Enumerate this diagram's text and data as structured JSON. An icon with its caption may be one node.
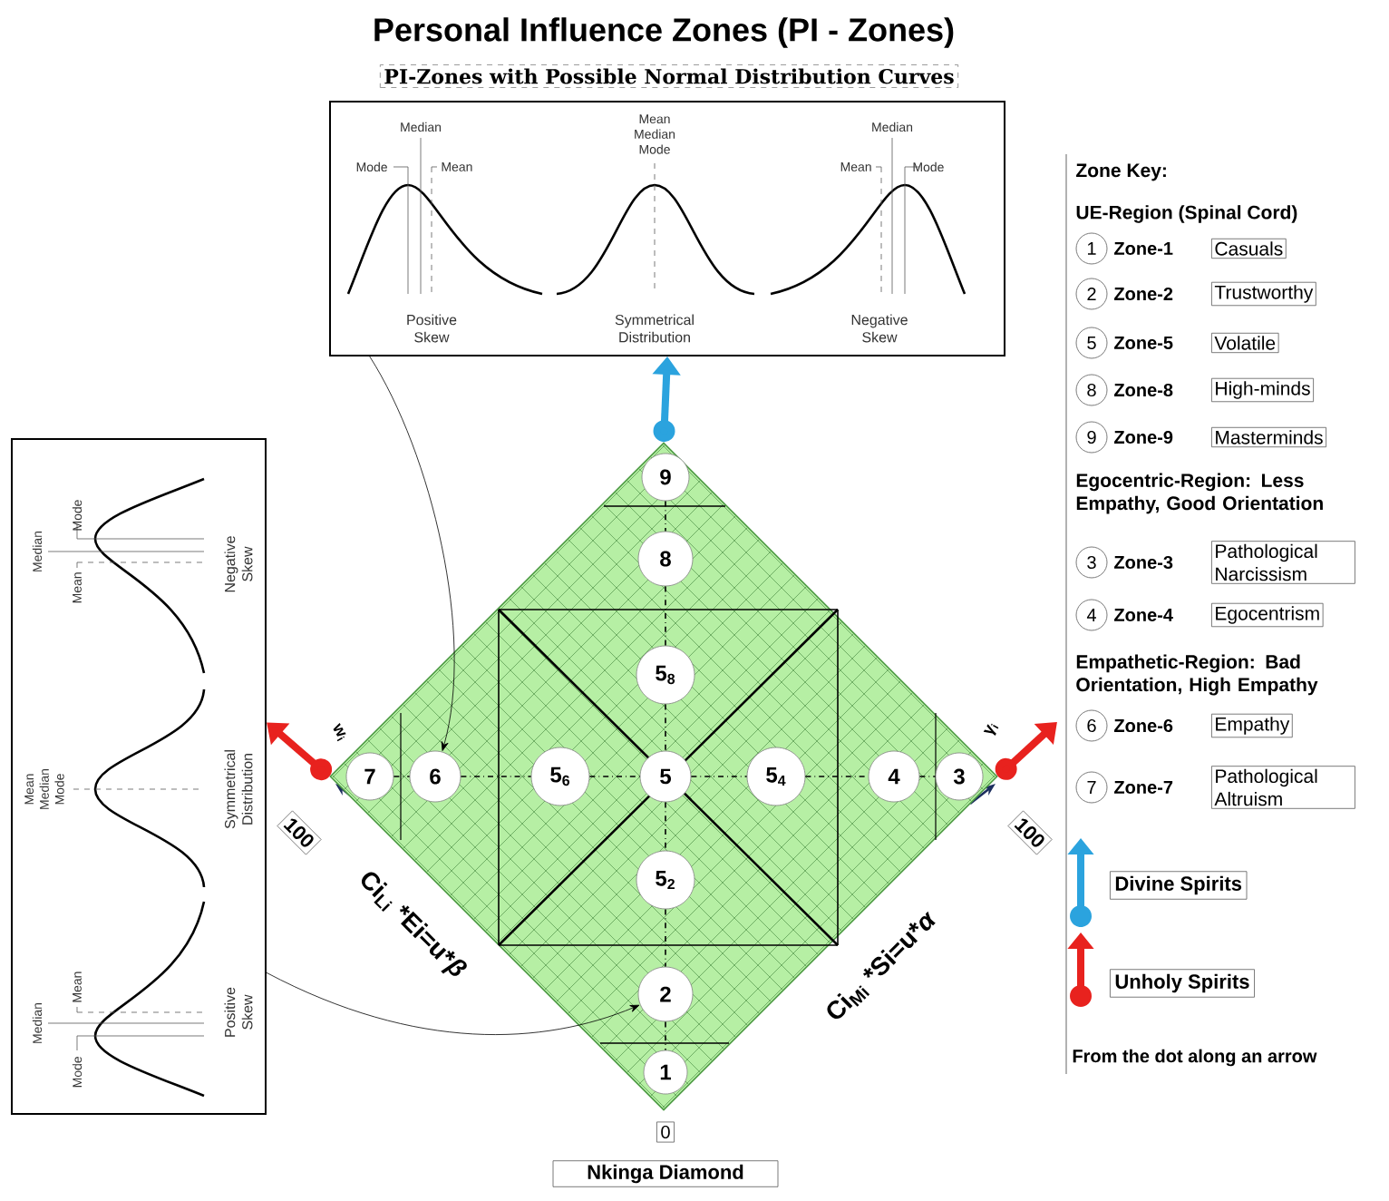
{
  "diagram": {
    "title": "Personal Influence Zones (PI - Zones)",
    "nodes": [
      {
        "text": [
          "Median",
          "Mode",
          "Mean",
          "Mean Median Mode",
          "Median",
          "Mean",
          "Mode",
          "Positive Skew",
          "Symmetrical Distribution",
          "Negative Skew"
        ]
      },
      {
        "text": [
          "Median",
          "Mode",
          "Mean",
          "Mean Median Mode",
          "Median",
          "Mean",
          "Mode",
          "Positive Skew",
          "Symmetrical Distribution",
          "Negative Skew"
        ]
      },
      {
        "text": [
          "PI-Zones with Possible Normal Distribution Curves"
        ]
      },
      {
        "text": [],
        "shape": "diamond"
      },
      {
        "text": [
          "9"
        ],
        "in": 3
      },
      {
        "text": [
          "8"
        ],
        "in": 3
      },
      {
        "text": [
          "5$_{8}$"
        ],
        "in": 3
      },
      {
        "text": [
          "7"
        ],
        "in": 3
      },
      {
        "text": [
          "6"
        ],
        "in": 3
      },
      {
        "text": [
          "5$_{6}$"
        ],
        "in": 3
      },
      {
        "text": [
          "5"
        ],
        "in": 3
      },
      {
        "text": [
          "5$_{4}$"
        ],
        "in": 3
      },
      {
        "text": [
          "4"
        ],
        "in": 3
      },
      {
        "text": [
          "3"
        ],
        "in": 3
      },
      {
        "text": [
          "5$_{2}$"
        ],
        "in": 3
      },
      {
        "text": [
          "2"
        ],
        "in": 3
      },
      {
        "text": [
          "1"
        ],
        "in": 3
      },
      {
        "text": [
          "100"
        ]
      },
      {
        "text": [
          "100"
        ]
      },
      {
        "text": [
          "0"
        ]
      },
      {
        "text": [
          "Nkinga Diamond"
        ]
      },
      {
        "text": [
          "1"
        ],
        "beside": [
          "Zone-1"
        ]
      },
      {
        "text": [
          "Casuals"
        ]
      },
      {
        "text": [
          "2"
        ],
        "beside": [
          "Zone-2"
        ]
      },
      {
        "text": [
          "Trustworthy"
        ]
      },
      {
        "text": [
          "5"
        ],
        "beside": [
          "Zone-5"
        ]
      },
      {
        "text": [
          "Volatile"
        ]
      },
      {
        "text": [
          "8"
        ],
        "beside": [
          "Zone-8"
        ]
      },
      {
        "text": [
          "High-minds"
        ]
      },
      {
        "text": [
          "9"
        ],
        "beside": [
          "Zone-9"
        ]
      },
      {
        "text": [
          "Masterminds"
        ]
      },
      {
        "text": [
          "3"
        ],
        "beside": [
          "Zone-3"
        ]
      },
      {
        "text": [
          "Pathological Narcissism"
        ]
      },
      {
        "text": [
          "4"
        ],
        "beside": [
          "Zone-4"
        ]
      },
      {
        "text": [
          "Egocentrism"
        ]
      },
      {
        "text": [
          "6"
        ],
        "beside": [
          "Zone-6"
        ]
      },
      {
        "text": [
          "Empathy"
        ]
      },
      {
        "text": [
          "7"
        ],
        "beside": [
          "Zone-7"
        ]
      },
      {
        "text": [
          "Pathological Altruism"
        ]
      },
      {
        "text": [
          "Divine Spirits"
        ]
      },
      {
        "text": [
          "Unholy Spirits"
        ]
      }
    ],
    "edges": [
      {
        "from": 0,
        "to": 8,
        "arrow": "to"
      },
      {
        "from": 1,
        "to": 15,
        "arrow": "to"
      },
      {
        "from": 4,
        "to": 5,
        "arrow": "none",
        "style": "dashed"
      },
      {
        "from": 5,
        "to": 6,
        "arrow": "none",
        "style": "dashed"
      },
      {
        "from": 6,
        "to": 10,
        "arrow": "none",
        "style": "dashed"
      },
      {
        "from": 10,
        "to": 14,
        "arrow": "none",
        "style": "dashed"
      },
      {
        "from": 14,
        "to": 15,
        "arrow": "none",
        "style": "dashed"
      },
      {
        "from": 15,
        "to": 16,
        "arrow": "none",
        "style": "dashed"
      },
      {
        "from": 7,
        "to": 8,
        "arrow": "none",
        "style": "dashed"
      },
      {
        "from": 8,
        "to": 9,
        "arrow": "none",
        "style": "dashed"
      },
      {
        "from": 9,
        "to": 10,
        "arrow": "none",
        "style": "dashed"
      },
      {
        "from": 10,
        "to": 11,
        "arrow": "none",
        "style": "dashed"
      },
      {
        "from": 11,
        "to": 12,
        "arrow": "none",
        "style": "dashed"
      },
      {
        "from": 12,
        "to": 13,
        "arrow": "none",
        "style": "dashed"
      },
      {
        "from": 3,
        "to": 0,
        "arrow": "to",
        "style": "thick",
        "color": "#2ba3de"
      },
      {
        "from": 3,
        "to": 1,
        "arrow": "to",
        "style": "thick",
        "color": "#e8221e"
      },
      {
        "from": 3,
        "to": null,
        "arrow": "to",
        "style": "thick",
        "color": "#e8221e"
      }
    ],
    "labels": [
      "Zone Key:",
      "UE-Region (Spinal Cord)",
      "Egocentric-Region: Less Empathy, Good Orientation",
      "Empathetic-Region: Bad Orientation, High Empathy",
      "From the dot along an arrow",
      "w$_{i}$",
      "γ$_{i}$",
      "\\textbf{Ci}_{\\textbf{Li}}\\textbf{ *Ei=u*}\\textit{β}",
      "\\textbf{Ci}_{\\textbf{Mi}}\\textbf{ *Si=u*}\\textit{α}"
    ]
  }
}
